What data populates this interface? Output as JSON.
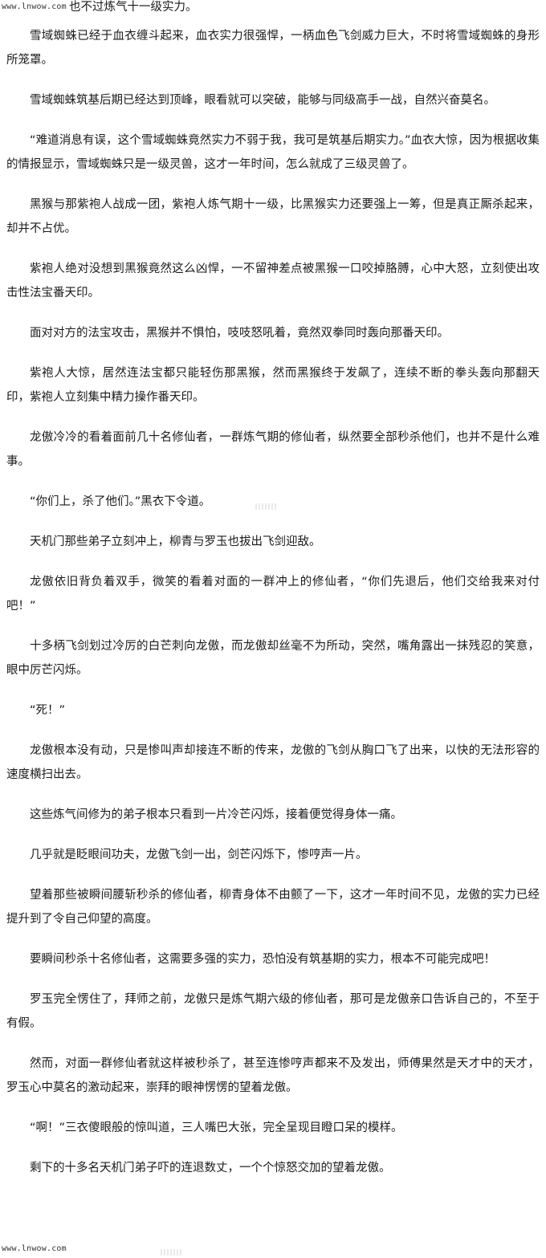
{
  "watermark": {
    "top": "www.lnwow.com",
    "bottom": "www.lnwow.com"
  },
  "continuation": "也不过炼气十一级实力。",
  "paragraphs": [
    "雪域蜘蛛已经于血衣缠斗起来，血衣实力很强悍，一柄血色飞剑威力巨大，不时将雪域蜘蛛的身形所笼罩。",
    "雪域蜘蛛筑基后期已经达到顶峰，眼看就可以突破，能够与同级高手一战，自然兴奋莫名。",
    "“难道消息有误，这个雪域蜘蛛竟然实力不弱于我，我可是筑基后期实力。”血衣大惊，因为根据收集的情报显示，雪域蜘蛛只是一级灵兽，这才一年时间，怎么就成了三级灵兽了。",
    "黑猴与那紫袍人战成一团，紫袍人炼气期十一级，比黑猴实力还要强上一筹，但是真正厮杀起来，却并不占优。",
    "紫袍人绝对没想到黑猴竟然这么凶悍，一不留神差点被黑猴一口咬掉胳膊，心中大怒，立刻使出攻击性法宝番天印。",
    "面对对方的法宝攻击，黑猴并不惧怕，吱吱怒吼着，竟然双拳同时轰向那番天印。",
    "紫袍人大惊，居然连法宝都只能轻伤那黑猴，然而黑猴终于发飙了，连续不断的拳头轰向那翻天印，紫袍人立刻集中精力操作番天印。",
    "龙傲冷冷的看着面前几十名修仙者，一群炼气期的修仙者，纵然要全部秒杀他们，也并不是什么难事。",
    "“你们上，杀了他们。”黑衣下令道。",
    "天机门那些弟子立刻冲上，柳青与罗玉也拔出飞剑迎敌。",
    "龙傲依旧背负着双手，微笑的看着对面的一群冲上的修仙者，“你们先退后，他们交给我来对付吧！”",
    "十多柄飞剑划过冷厉的白芒刺向龙傲，而龙傲却丝毫不为所动，突然，嘴角露出一抹残忍的笑意，眼中厉芒闪烁。",
    "“死！”",
    "龙傲根本没有动，只是惨叫声却接连不断的传来，龙傲的飞剑从胸口飞了出来，以快的无法形容的速度横扫出去。",
    "这些炼气间修为的弟子根本只看到一片冷芒闪烁，接着便觉得身体一痛。",
    "几乎就是眨眼间功夫，龙傲飞剑一出，剑芒闪烁下，惨哼声一片。",
    "望着那些被瞬间腰斩秒杀的修仙者，柳青身体不由颤了一下，这才一年时间不见，龙傲的实力已经提升到了令自己仰望的高度。",
    "要瞬间秒杀十名修仙者，这需要多强的实力，恐怕没有筑基期的实力，根本不可能完成吧！",
    "罗玉完全愣住了，拜师之前，龙傲只是炼气期六级的修仙者，那可是龙傲亲口告诉自己的，不至于有假。",
    "然而，对面一群修仙者就这样被秒杀了，甚至连惨哼声都来不及发出，师傅果然是天才中的天才，罗玉心中莫名的激动起来，崇拜的眼神愣愣的望着龙傲。",
    "“啊！”三衣傻眼般的惊叫道，三人嘴巴大张，完全呈现目瞪口呆的模样。",
    "剩下的十多名天机门弟子吓的连退数丈，一个个惊怒交加的望着龙傲。"
  ]
}
